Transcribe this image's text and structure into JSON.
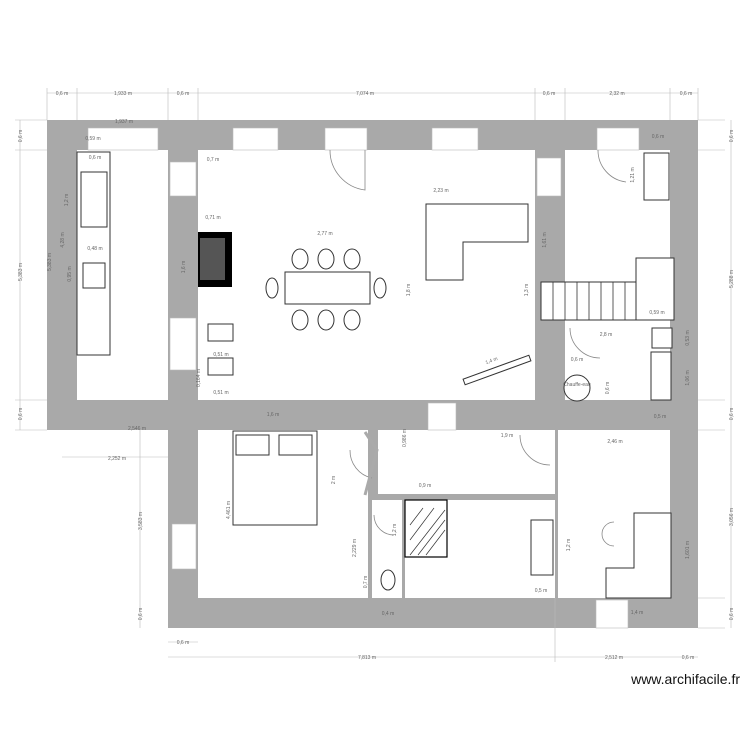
{
  "brand": "www.archifacile.fr",
  "labels": {
    "water_heater": "Chauffe-eau"
  },
  "colors": {
    "wall": "#a9a9a9",
    "background": "#ffffff",
    "dimension": "#666666"
  },
  "dims": {
    "top": [
      "0,6 m",
      "1,933 m",
      "0,6 m",
      "7,074 m",
      "0,6 m",
      "2,32 m",
      "0,6 m"
    ],
    "left": [
      "0,6 m",
      "5,383 m",
      "0,6 m"
    ],
    "right": [
      "0,6 m",
      "5,288 m",
      "0,6 m",
      "3,056 m",
      "0,6 m"
    ],
    "bottom": [
      "0,6 m",
      "7,813 m",
      "2,512 m",
      "0,6 m"
    ],
    "kitchen": [
      "1,937 m",
      "0,59 m",
      "0,6 m",
      "1,2 m",
      "4,28 m",
      "0,48 m",
      "0,95 m",
      "5,383 m"
    ],
    "living": [
      "0,7 m",
      "0,71 m",
      "1,6 m",
      "2,77 m",
      "1,8 m",
      "2,23 m",
      "1,61 m",
      "1,3 m",
      "1,4 m",
      "0,51 m",
      "0,51 m",
      "0,164 m",
      "1,6 m"
    ],
    "entry": [
      "0,6 m",
      "1,21 m",
      "0,59 m",
      "2,8 m",
      "0,6 m",
      "0,6 m",
      "0,53 m",
      "1,06 m",
      "0,5 m"
    ],
    "lower": [
      "2,546 m",
      "2,252 m",
      "3,583 m",
      "4,461 m",
      "2 m",
      "0,986 m",
      "1,9 m",
      "2,46 m",
      "0,9 m",
      "2,229 m",
      "1,2 m",
      "0,7 m",
      "1,2 m",
      "0,5 m",
      "1,601 m",
      "0,4 m",
      "1,4 m",
      "0,6 m"
    ]
  }
}
